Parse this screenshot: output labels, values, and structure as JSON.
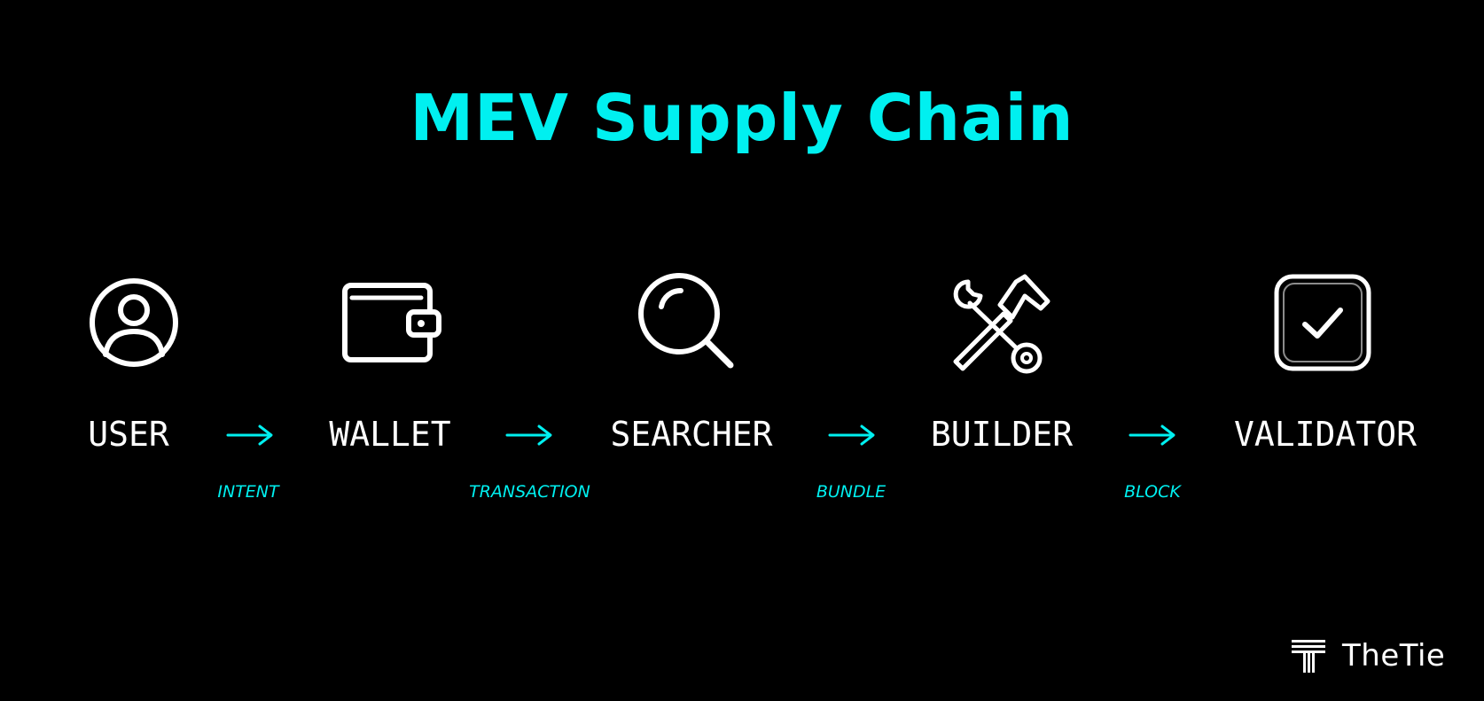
{
  "title": "MEV Supply Chain",
  "colors": {
    "accent": "#00F0F0",
    "text": "#FFFFFF",
    "background": "#000000"
  },
  "nodes": [
    {
      "label": "USER",
      "icon": "user-icon"
    },
    {
      "label": "WALLET",
      "icon": "wallet-icon"
    },
    {
      "label": "SEARCHER",
      "icon": "search-icon"
    },
    {
      "label": "BUILDER",
      "icon": "tools-icon"
    },
    {
      "label": "VALIDATOR",
      "icon": "checkbox-icon"
    }
  ],
  "edges": [
    {
      "label": "INTENT",
      "icon": "arrow-right-icon"
    },
    {
      "label": "TRANSACTION",
      "icon": "arrow-right-icon"
    },
    {
      "label": "BUNDLE",
      "icon": "arrow-right-icon"
    },
    {
      "label": "BLOCK",
      "icon": "arrow-right-icon"
    }
  ],
  "brand": {
    "name": "TheTie",
    "logo_icon": "thetie-logo-icon"
  }
}
